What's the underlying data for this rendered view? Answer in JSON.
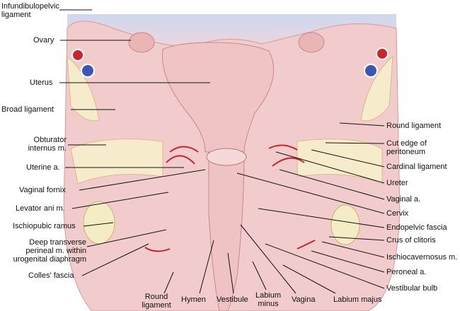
{
  "labels": {
    "infundibulopelvic": [
      "Infundibulopelvic",
      "ligament"
    ],
    "ovary": "Ovary",
    "uterus": "Uterus",
    "broad_ligament": "Broad ligament",
    "obturator": [
      "Obturator",
      "internus m."
    ],
    "uterine_a": "Uterine a.",
    "vaginal_fornix": "Vaginal fornix",
    "levator_ani": "Levator ani m.",
    "ischiopubic": "Ischiopubic ramus",
    "deep_transverse": [
      "Deep transverse",
      "perineal m. within",
      "urogenital diaphragm"
    ],
    "colles": "Colles' fascia",
    "round_ligament_bottom": [
      "Round",
      "ligament"
    ],
    "hymen": "Hymen",
    "vestibule": "Vestibule",
    "labium_minus": [
      "Labium",
      "minus"
    ],
    "vagina": "Vagina",
    "labium_majus": "Labium majus",
    "round_ligament_right": "Round ligament",
    "cut_edge": [
      "Cut edge of",
      "peritoneum"
    ],
    "cardinal": "Cardinal ligament",
    "ureter": "Ureter",
    "vaginal_a": "Vaginal a.",
    "cervix": "Cervix",
    "endopelvic": "Endopelvic fascia",
    "crus": "Crus of clitoris",
    "ischiocavernosus": "Ischiocavernosus m.",
    "peroneal": "Peroneal a.",
    "vestibular_bulb": "Vestibular bulb"
  },
  "colors": {
    "tissue": "#f2c9c9",
    "tissue_dark": "#d99a9a",
    "fat": "#f6eccb",
    "artery": "#c8262b",
    "vein": "#3a57b5",
    "bone": "#f3ecc4",
    "sky": "#dde3f3"
  }
}
